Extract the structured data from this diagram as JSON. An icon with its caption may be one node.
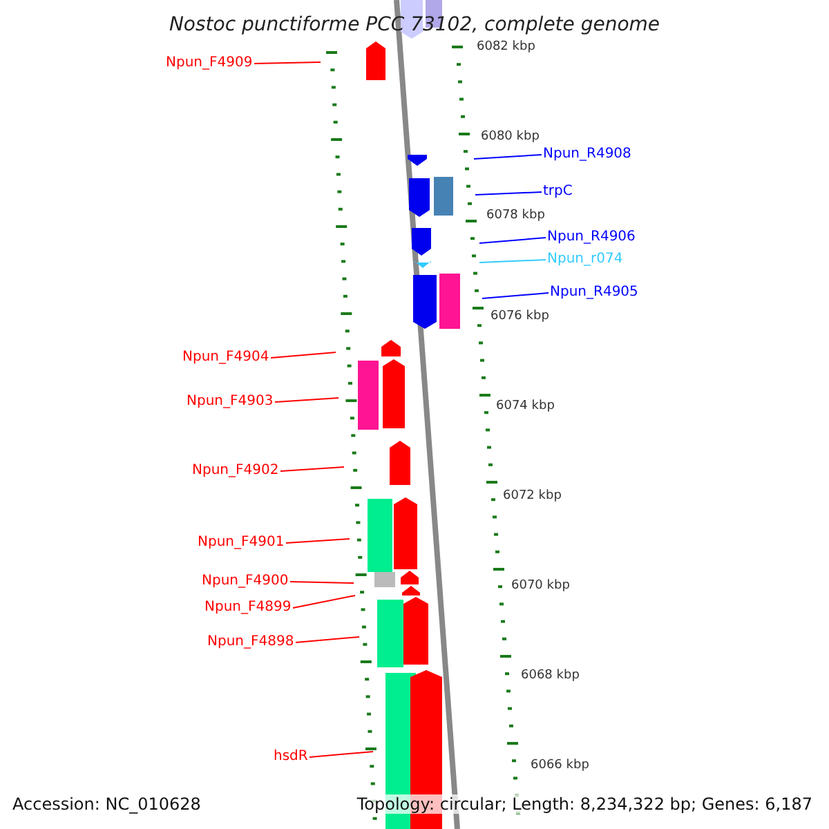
{
  "diagram": {
    "title": "Nostoc punctiforme PCC 73102, complete genome",
    "nodes": [
      {
        "text": [
          "Npun_F4909"
        ]
      },
      {
        "text": [
          "Npun_R4908"
        ]
      },
      {
        "text": [
          "trpC"
        ]
      },
      {
        "text": [
          "Npun_R4906"
        ]
      },
      {
        "text": [
          "Npun_r074"
        ]
      },
      {
        "text": [
          "Npun_R4905"
        ]
      },
      {
        "text": [
          "Npun_F4904"
        ]
      },
      {
        "text": [
          "Npun_F4903"
        ]
      },
      {
        "text": [
          "Npun_F4902"
        ]
      },
      {
        "text": [
          "Npun_F4901"
        ]
      },
      {
        "text": [
          "Npun_F4900"
        ]
      },
      {
        "text": [
          "Npun_F4899"
        ]
      },
      {
        "text": [
          "Npun_F4898"
        ]
      },
      {
        "text": [
          "hsdR"
        ]
      }
    ],
    "edges": [
      {
        "from": 0,
        "to": null,
        "arrow": "none"
      },
      {
        "from": 1,
        "to": null,
        "arrow": "none",
        "color": "#0000ff"
      },
      {
        "from": 2,
        "to": null,
        "arrow": "none",
        "color": "#0000ff"
      },
      {
        "from": 3,
        "to": null,
        "arrow": "none",
        "color": "#0000ff"
      },
      {
        "from": 4,
        "to": null,
        "arrow": "none",
        "color": "#33ccff"
      },
      {
        "from": 5,
        "to": null,
        "arrow": "none",
        "color": "#0000ff"
      },
      {
        "from": 6,
        "to": null,
        "arrow": "none"
      },
      {
        "from": 7,
        "to": null,
        "arrow": "none"
      },
      {
        "from": 8,
        "to": null,
        "arrow": "none"
      },
      {
        "from": 9,
        "to": null,
        "arrow": "none"
      },
      {
        "from": 10,
        "to": null,
        "arrow": "none"
      },
      {
        "from": 11,
        "to": null,
        "arrow": "none"
      },
      {
        "from": 12,
        "to": null,
        "arrow": "none"
      },
      {
        "from": 13,
        "to": null,
        "arrow": "none"
      }
    ],
    "labels": [
      "6082 kbp",
      "6080 kbp",
      "6078 kbp",
      "6076 kbp",
      "6074 kbp",
      "6072 kbp",
      "6070 kbp",
      "6068 kbp",
      "6066 kbp",
      "Accession: NC_010628",
      "Topology: circular; Length: 8,234,322 bp; Genes: 6,187"
    ]
  }
}
